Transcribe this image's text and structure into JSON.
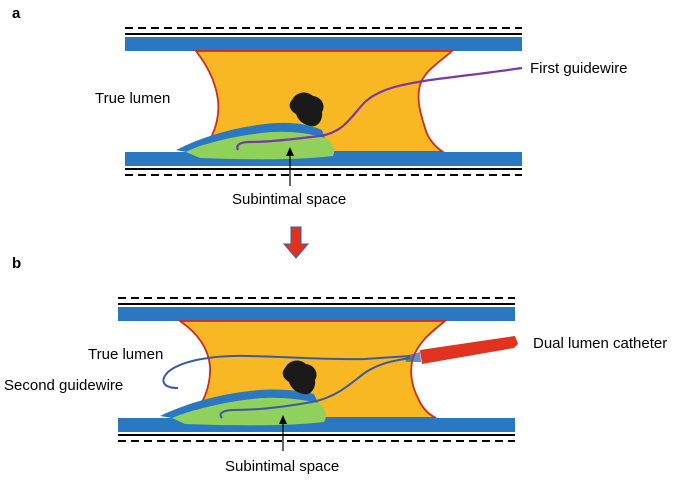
{
  "panel_a": {
    "letter": "a",
    "true_lumen_label": "True lumen",
    "guidewire_label": "First guidewire",
    "subintimal_label": "Subintimal space"
  },
  "panel_b": {
    "letter": "b",
    "true_lumen_label": "True lumen",
    "second_guidewire_label": "Second guidewire",
    "catheter_label": "Dual lumen catheter",
    "subintimal_label": "Subintimal space"
  },
  "colors": {
    "vessel_wall": "#2a78c2",
    "plaque": "#f7b823",
    "plaque_outline": "#d02b1e",
    "subintimal": "#8fd15a",
    "first_guidewire": "#7a3aa6",
    "second_guidewire": "#3a5aa3",
    "catheter": "#e0321f",
    "arrow": "#e0321f",
    "calcium": "#1a1a1a"
  },
  "icons": {
    "transition_arrow": "down-arrow-icon"
  }
}
